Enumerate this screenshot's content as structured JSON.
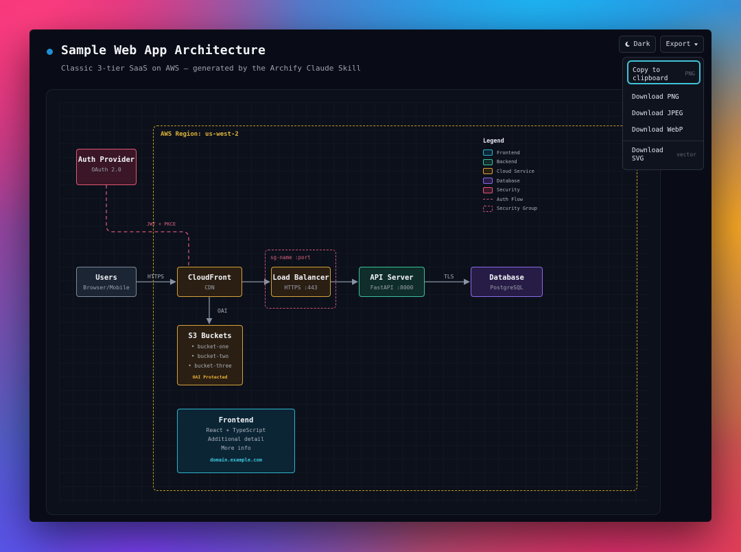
{
  "header": {
    "title": "Sample Web App Architecture",
    "subtitle": "Classic 3-tier SaaS on AWS — generated by the Archify Claude Skill"
  },
  "toolbar": {
    "theme_icon": "moon-icon",
    "theme_label": "Dark",
    "export_label": "Export",
    "export_icon": "caret-down-icon"
  },
  "export_menu": {
    "items": [
      {
        "label": "Copy to clipboard",
        "hint": "PNG"
      },
      {
        "label": "Download PNG",
        "hint": ""
      },
      {
        "label": "Download JPEG",
        "hint": ""
      },
      {
        "label": "Download WebP",
        "hint": ""
      },
      {
        "label": "Download SVG",
        "hint": "vector"
      }
    ]
  },
  "diagram": {
    "region_label": "AWS Region: us-west-2",
    "security_group_label": "sg-name :port",
    "nodes": {
      "auth": {
        "title": "Auth Provider",
        "sub": "OAuth 2.0"
      },
      "users": {
        "title": "Users",
        "sub": "Browser/Mobile"
      },
      "cloudfront": {
        "title": "CloudFront",
        "sub": "CDN"
      },
      "lb": {
        "title": "Load Balancer",
        "sub": "HTTPS :443"
      },
      "api": {
        "title": "API Server",
        "sub": "FastAPI :8000"
      },
      "db": {
        "title": "Database",
        "sub": "PostgreSQL"
      },
      "s3": {
        "title": "S3 Buckets",
        "items": [
          "• bucket-one",
          "• bucket-two",
          "• bucket-three"
        ],
        "badge": "OAI Protected"
      },
      "frontend": {
        "title": "Frontend",
        "lines": [
          "React + TypeScript",
          "Additional detail",
          "More info"
        ],
        "domain": "domain.example.com"
      }
    },
    "edge_labels": {
      "users_cloudfront": "HTTPS",
      "api_db": "TLS",
      "cloudfront_s3": "OAI",
      "auth_cloudfront": "JWT + PKCE"
    },
    "legend": {
      "title": "Legend",
      "items": [
        {
          "label": "Frontend",
          "color": "#2fb5cd"
        },
        {
          "label": "Backend",
          "color": "#3bc29b"
        },
        {
          "label": "Cloud Service",
          "color": "#d6a23a"
        },
        {
          "label": "Database",
          "color": "#8a6cea"
        },
        {
          "label": "Security",
          "color": "#e05a7a"
        },
        {
          "label": "Auth Flow",
          "color": "#d2577a"
        },
        {
          "label": "Security Group",
          "color": "#d2577a"
        }
      ]
    }
  }
}
